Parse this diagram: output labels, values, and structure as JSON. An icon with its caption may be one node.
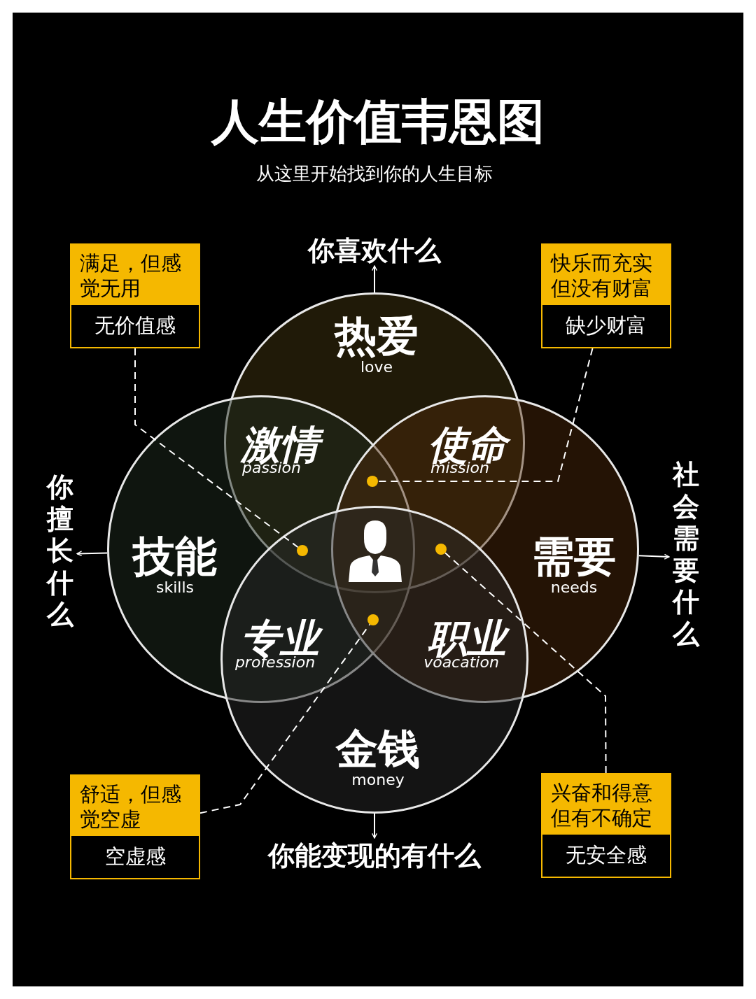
{
  "diagram": {
    "title": "人生价值韦恩图",
    "nodes": [
      {
        "text": [
          "满足，但感觉无用",
          "无价值感"
        ]
      },
      {
        "text": [
          "你喜欢什么"
        ]
      },
      {
        "text": [
          "快乐而充实但没有财富",
          "缺少财富"
        ]
      },
      {
        "text": [
          "热爱",
          "love"
        ]
      },
      {
        "text": [
          "技能",
          "skills"
        ]
      },
      {
        "text": [
          "需要",
          "needs"
        ]
      },
      {
        "text": [],
        "shape": "circle"
      },
      {
        "text": [],
        "shape": "circle"
      },
      {
        "text": [],
        "shape": "circle"
      },
      {
        "text": [],
        "shape": "circle"
      },
      {
        "text": [
          "你擅长什么"
        ]
      },
      {
        "text": [
          "社会需要什么"
        ]
      },
      {
        "text": [
          "金钱",
          "money"
        ]
      },
      {
        "text": [
          "舒适，但感觉空虚",
          "空虚感"
        ]
      },
      {
        "text": [
          "你能变现的有什么"
        ]
      },
      {
        "text": [
          "兴奋和得意但有不确定",
          "无安全感"
        ]
      }
    ],
    "edges": [
      {
        "from": 3,
        "to": 1,
        "arrow": "to"
      },
      {
        "from": 4,
        "to": 10,
        "arrow": "to"
      },
      {
        "from": 5,
        "to": 11,
        "arrow": "to"
      },
      {
        "from": 12,
        "to": 14,
        "arrow": "to"
      },
      {
        "from": 0,
        "to": 7,
        "arrow": "none",
        "style": "dashed"
      },
      {
        "from": 2,
        "to": 6,
        "arrow": "none",
        "style": "dashed"
      },
      {
        "from": 13,
        "to": 9,
        "arrow": "none",
        "style": "dashed"
      },
      {
        "from": 15,
        "to": 8,
        "arrow": "none",
        "style": "dashed"
      }
    ],
    "labels": [
      "从这里开始找到你的人生目标",
      "激情",
      "passion",
      "使命",
      "mission",
      "专业",
      "profession",
      "职业",
      "voacation"
    ]
  }
}
